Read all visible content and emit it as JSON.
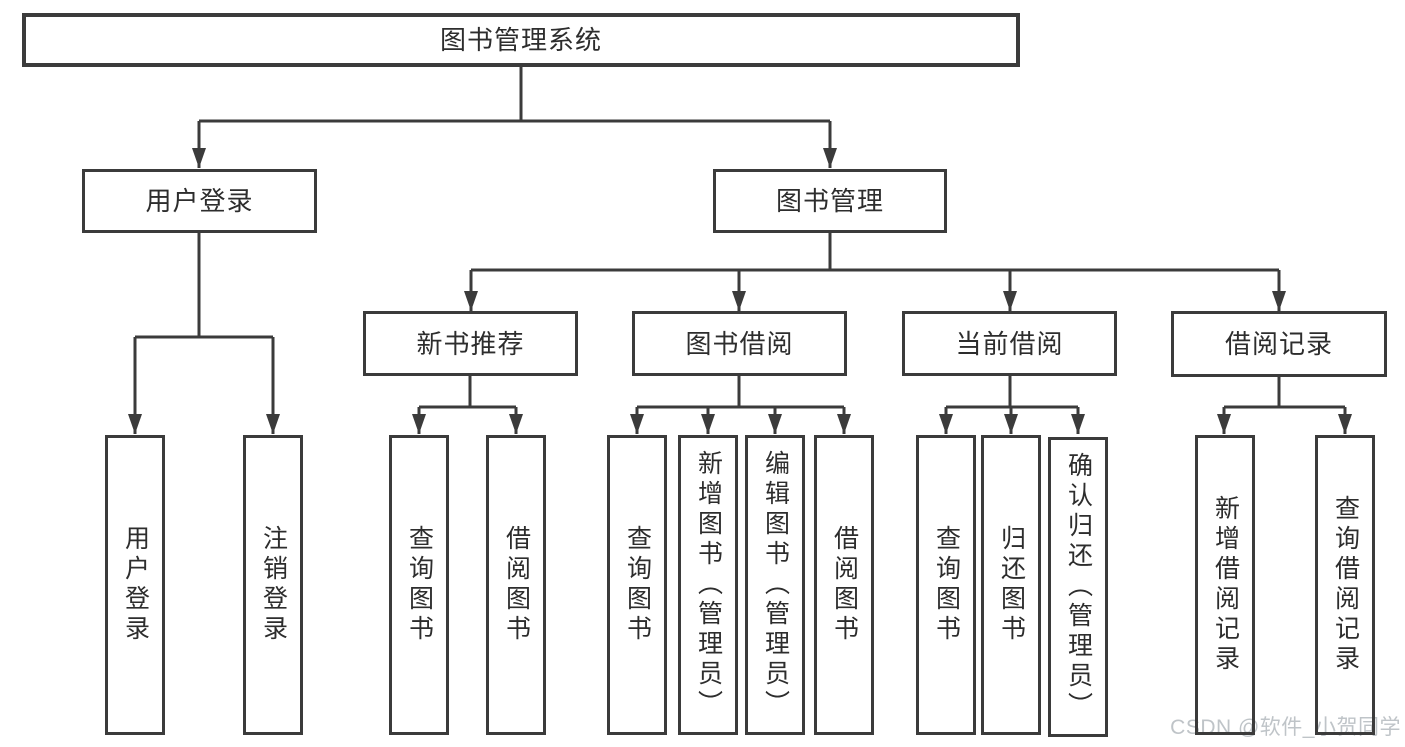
{
  "colors": {
    "background": "#ffffff",
    "line": "#3b3b3b",
    "text": "#2d2d2d",
    "watermark": "#bfc4c8"
  },
  "watermark": {
    "text": "CSDN @软件_小贺同学"
  },
  "tree": {
    "label": "图书管理系统",
    "children": [
      {
        "label": "用户登录",
        "children": [
          {
            "label": "用户登录"
          },
          {
            "label": "注销登录"
          }
        ]
      },
      {
        "label": "图书管理",
        "children": [
          {
            "label": "新书推荐",
            "children": [
              {
                "label": "查询图书"
              },
              {
                "label": "借阅图书"
              }
            ]
          },
          {
            "label": "图书借阅",
            "children": [
              {
                "label": "查询图书"
              },
              {
                "label": "新增图书（管理员）"
              },
              {
                "label": "编辑图书（管理员）"
              },
              {
                "label": "借阅图书"
              }
            ]
          },
          {
            "label": "当前借阅",
            "children": [
              {
                "label": "查询图书"
              },
              {
                "label": "归还图书"
              },
              {
                "label": "确认归还（管理员）"
              }
            ]
          },
          {
            "label": "借阅记录",
            "children": [
              {
                "label": "新增借阅记录"
              },
              {
                "label": "查询借阅记录"
              }
            ]
          }
        ]
      }
    ]
  }
}
